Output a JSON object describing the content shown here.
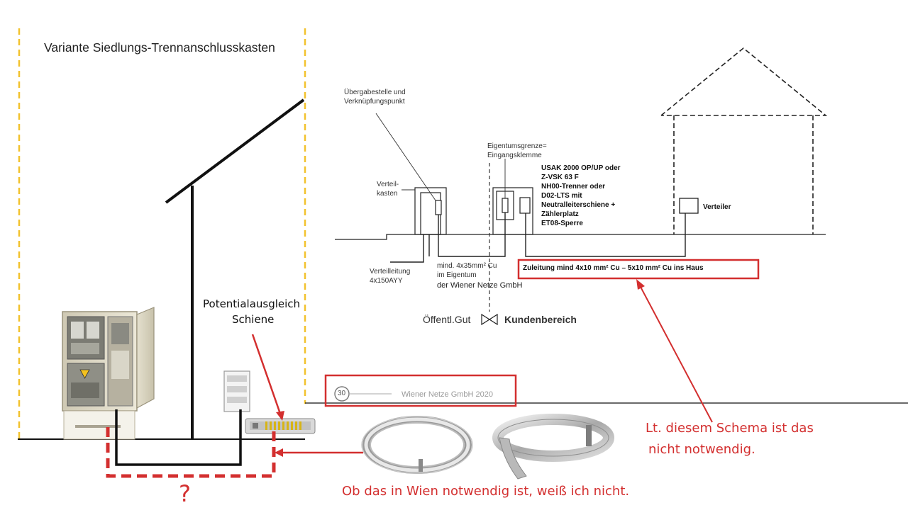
{
  "left_panel": {
    "title": "Variante Siedlungs-Trennanschlusskasten",
    "potential_label_line1": "Potentialausgleich",
    "potential_label_line2": "Schiene",
    "question_mark": "?"
  },
  "schema": {
    "uebergabe_line1": "Übergabestelle und",
    "uebergabe_line2": "Verknüpfungspunkt",
    "verteilkasten_line1": "Verteil-",
    "verteilkasten_line2": "kasten",
    "eigentum_line1": "Eigentumsgrenze=",
    "eigentum_line2": "Eingangsklemme",
    "usak_lines": "USAK 2000 OP/UP oder\nZ-VSK 63 F\nNH00-Trenner oder\nD02-LTS mit\nNeutralleiterschiene +\nZählerplatz\nET08-Sperre",
    "verteiler": "Verteiler",
    "verteilleitung_line1": "Verteilleitung",
    "verteilleitung_line2": "4x150AYY",
    "mind_line1": "mind. 4x35mm² Cu",
    "mind_line2": "im Eigentum",
    "wiener_netze_owner": "der Wiener Netze GmbH",
    "zuleitung": "Zuleitung mind 4x10 mm² Cu – 5x10 mm² Cu ins Haus",
    "oeffentl": "Öffentl.Gut",
    "kundenbereich": "Kundenbereich",
    "page_number": "30",
    "footer": "Wiener Netze GmbH 2020"
  },
  "annotations": {
    "schema_note_line1": "Lt. diesem Schema ist das",
    "schema_note_line2": "nicht notwendig.",
    "vienna_note": "Ob das in Wien notwendig ist, weiß ich nicht."
  },
  "colors": {
    "red": "#d32f2f",
    "yellow_dash": "#f2c22e",
    "black": "#111111"
  }
}
